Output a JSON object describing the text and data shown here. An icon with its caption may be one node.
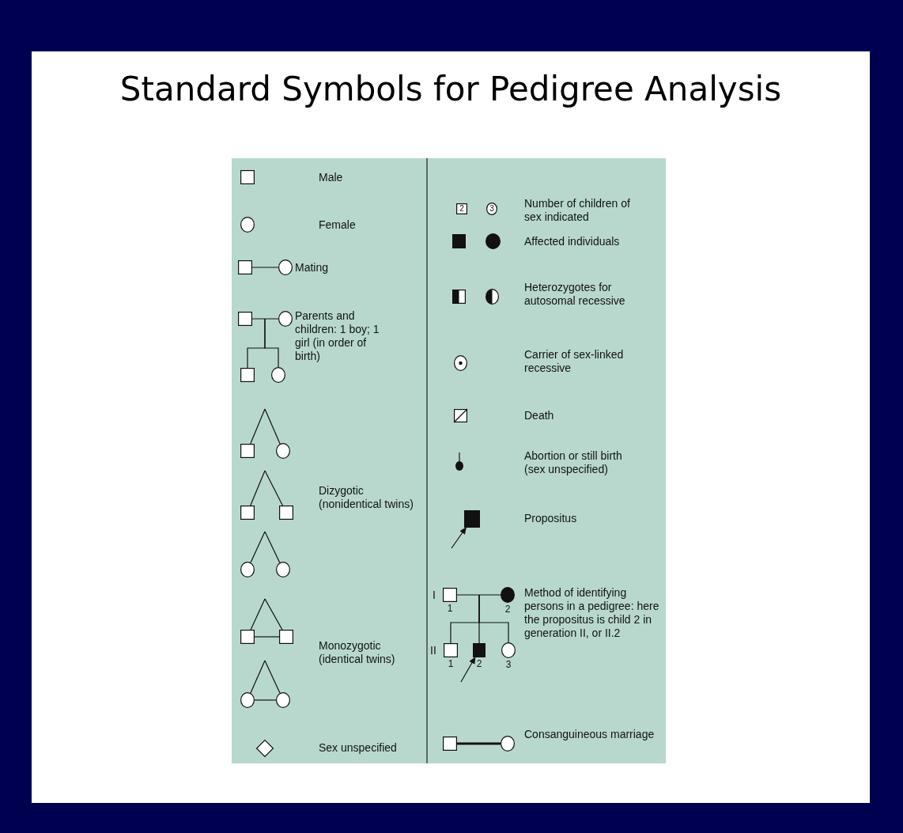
{
  "diagram": {
    "title": "Standard Symbols for Pedigree Analysis",
    "nodes": [
      {
        "text": [],
        "shape": "box"
      },
      {
        "text": [],
        "shape": "circle"
      },
      {
        "text": [],
        "shape": "box"
      },
      {
        "text": [],
        "shape": "circle"
      },
      {
        "text": [],
        "shape": "box"
      },
      {
        "text": [],
        "shape": "circle"
      },
      {
        "text": [],
        "shape": "box"
      },
      {
        "text": [],
        "shape": "circle"
      },
      {
        "text": [],
        "shape": "box"
      },
      {
        "text": [],
        "shape": "circle"
      },
      {
        "text": [],
        "shape": "box"
      },
      {
        "text": [],
        "shape": "box"
      },
      {
        "text": [],
        "shape": "circle"
      },
      {
        "text": [],
        "shape": "circle"
      },
      {
        "text": [],
        "shape": "box"
      },
      {
        "text": [],
        "shape": "box"
      },
      {
        "text": [],
        "shape": "circle"
      },
      {
        "text": [],
        "shape": "circle"
      },
      {
        "text": [],
        "shape": "diamond"
      },
      {
        "text": [
          "2"
        ]
      },
      {
        "text": [
          "3"
        ]
      },
      {
        "text": [],
        "shape": "box"
      },
      {
        "text": [],
        "shape": "circle"
      },
      {
        "text": [],
        "shape": "box"
      },
      {
        "text": [],
        "shape": "circle"
      },
      {
        "text": [],
        "shape": "circle"
      },
      {
        "text": [],
        "shape": "box"
      },
      {
        "text": [],
        "shape": "circle"
      },
      {
        "text": [],
        "shape": "box"
      },
      {
        "text": [],
        "shape": "box",
        "beside": [
          "1"
        ]
      },
      {
        "text": [],
        "shape": "circle",
        "beside": [
          "2"
        ]
      },
      {
        "text": [],
        "shape": "box",
        "beside": [
          "1"
        ]
      },
      {
        "text": [],
        "shape": "box",
        "beside": [
          "2"
        ]
      },
      {
        "text": [],
        "shape": "circle",
        "beside": [
          "3"
        ]
      },
      {
        "text": [],
        "shape": "box"
      },
      {
        "text": [],
        "shape": "circle"
      }
    ],
    "edges": [
      {
        "from": 2,
        "to": 3,
        "arrow": "none"
      },
      {
        "from": 4,
        "to": 5,
        "arrow": "none"
      },
      {
        "from": null,
        "to": 6,
        "arrow": "none"
      },
      {
        "from": null,
        "to": 7,
        "arrow": "none"
      },
      {
        "from": null,
        "to": 8,
        "arrow": "none"
      },
      {
        "from": null,
        "to": 9,
        "arrow": "none"
      },
      {
        "from": null,
        "to": 10,
        "arrow": "none"
      },
      {
        "from": null,
        "to": 11,
        "arrow": "none"
      },
      {
        "from": null,
        "to": 12,
        "arrow": "none"
      },
      {
        "from": null,
        "to": 13,
        "arrow": "none"
      },
      {
        "from": null,
        "to": 14,
        "arrow": "none"
      },
      {
        "from": null,
        "to": 15,
        "arrow": "none"
      },
      {
        "from": 14,
        "to": 15,
        "arrow": "none"
      },
      {
        "from": null,
        "to": 16,
        "arrow": "none"
      },
      {
        "from": null,
        "to": 17,
        "arrow": "none"
      },
      {
        "from": 16,
        "to": 17,
        "arrow": "none"
      },
      {
        "from": null,
        "to": 28,
        "arrow": "to"
      },
      {
        "from": 29,
        "to": 30,
        "arrow": "none"
      },
      {
        "from": null,
        "to": 31,
        "arrow": "none"
      },
      {
        "from": null,
        "to": 32,
        "arrow": "none"
      },
      {
        "from": null,
        "to": 33,
        "arrow": "none"
      },
      {
        "from": null,
        "to": 32,
        "arrow": "to"
      },
      {
        "from": 34,
        "to": 35,
        "arrow": "none",
        "style": "thick"
      }
    ],
    "labels": [
      "Male",
      "Female",
      "Mating",
      "Parents and children: 1 boy; 1 girl (in order of birth)",
      "Dizygotic (nonidentical twins)",
      "Monozygotic (identical twins)",
      "Sex unspecified",
      "Number of children of sex indicated",
      "Affected individuals",
      "Heterozygotes for autosomal recessive",
      "Carrier of sex-linked recessive",
      "Death",
      "Abortion or still birth (sex unspecified)",
      "Propositus",
      "I",
      "II",
      "Method of identifying persons in a pedigree: here the propositus is child 2 in generation II, or II.2",
      "Consanguineous marriage"
    ]
  }
}
